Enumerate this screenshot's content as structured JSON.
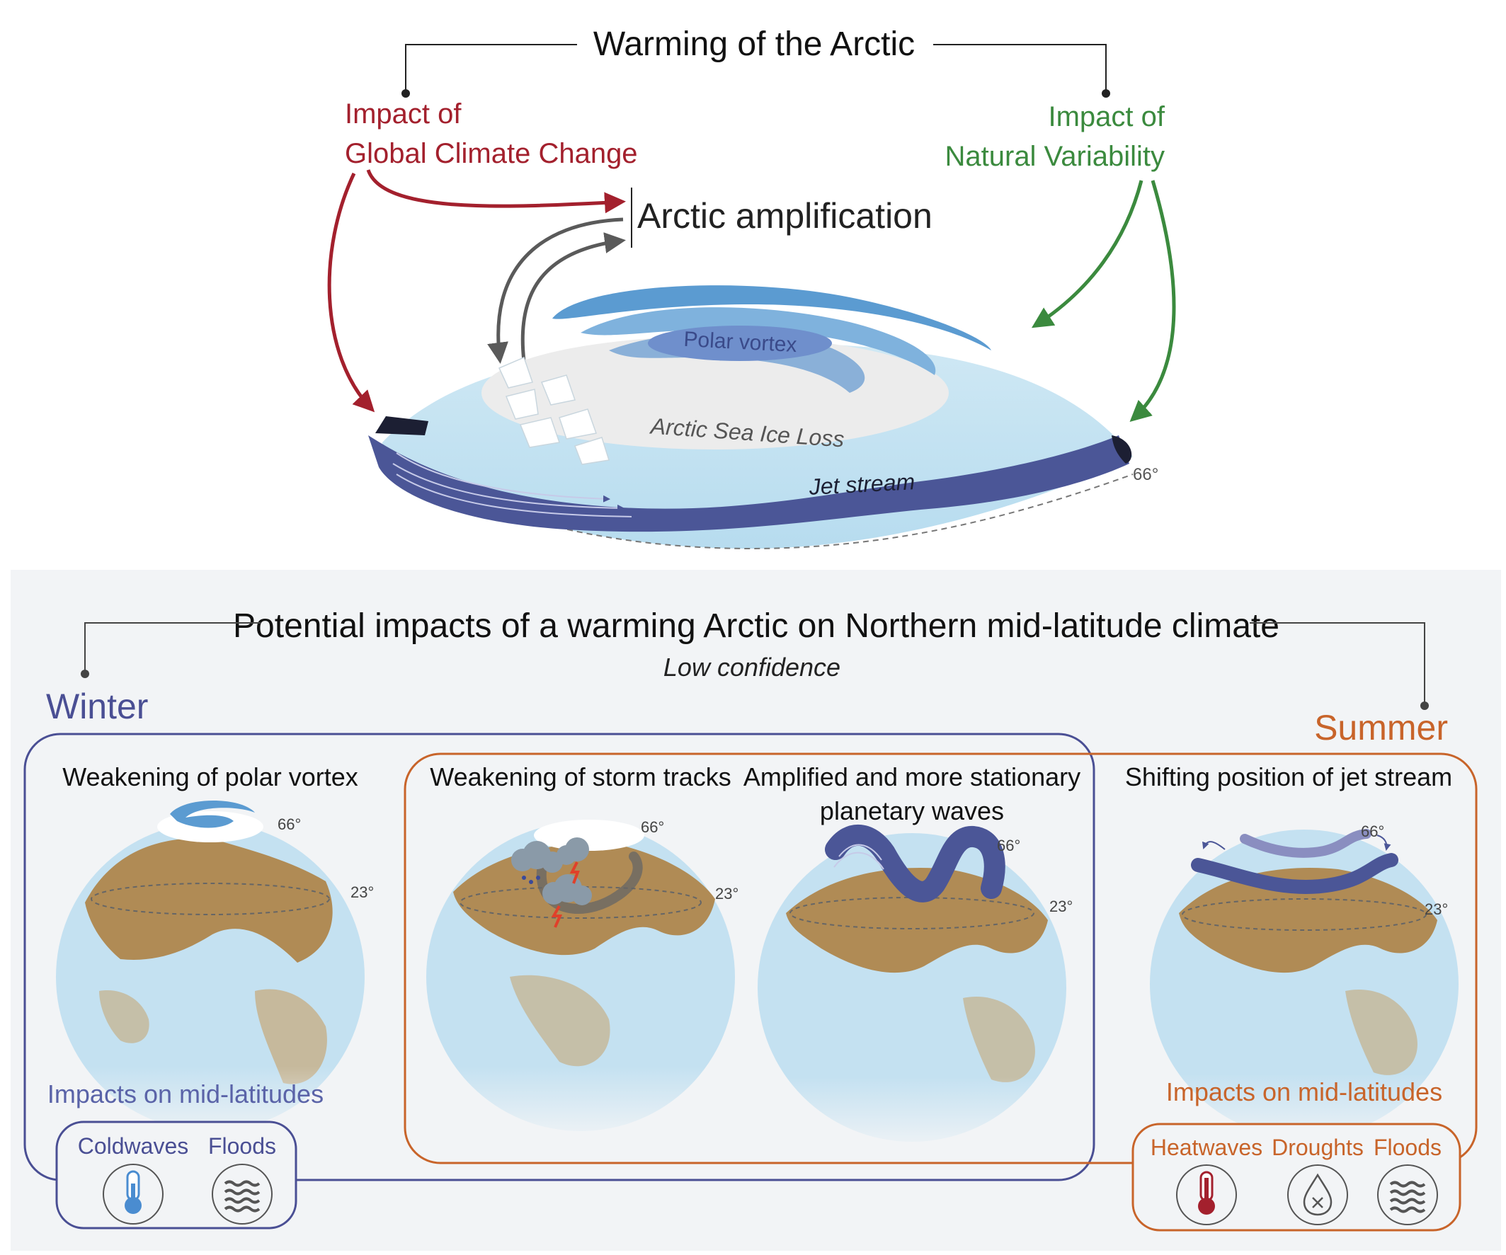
{
  "top": {
    "title": "Warming of the Arctic",
    "global_line1": "Impact of",
    "global_line2": "Global Climate Change",
    "natural_line1": "Impact of",
    "natural_line2": "Natural Variability",
    "amplification": "Arctic amplification",
    "polar_vortex": "Polar vortex",
    "sea_ice": "Arctic Sea Ice Loss",
    "jet_stream": "Jet stream",
    "lat66": "66°"
  },
  "bottom": {
    "title": "Potential impacts of a warming Arctic on Northern mid-latitude climate",
    "confidence": "Low confidence",
    "winter": "Winter",
    "summer": "Summer",
    "panel1": "Weakening of polar vortex",
    "panel2": "Weakening of storm tracks",
    "panel3_line1": "Amplified and more stationary",
    "panel3_line2": "planetary waves",
    "panel4": "Shifting position of jet stream",
    "lat66": "66°",
    "lat23": "23°",
    "winter_impacts": {
      "heading": "Impacts on mid-latitudes",
      "items": [
        "Coldwaves",
        "Floods"
      ]
    },
    "summer_impacts": {
      "heading": "Impacts on mid-latitudes",
      "items": [
        "Heatwaves",
        "Droughts",
        "Floods"
      ]
    }
  },
  "colors": {
    "global_change": "#a3202d",
    "natural_variability": "#3b8a3e",
    "winter": "#4a4f94",
    "summer": "#c8642a",
    "jet_stream": "#4b5697",
    "vortex": "#5b9bd1",
    "ocean": "#bfe1f0",
    "land": "#b08b55"
  }
}
